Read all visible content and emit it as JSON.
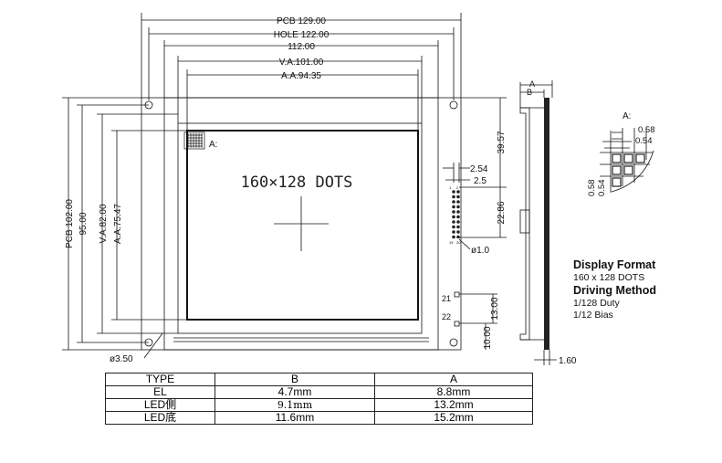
{
  "dimensions": {
    "pcb_width": "PCB 129.00",
    "hole_width": "HOLE 122.00",
    "bezel_width": "112.00",
    "va_width": "V.A.101.00",
    "aa_width": "A.A.94.35",
    "pcb_height": "PCB 102.00",
    "hole_height": "95.00",
    "va_height": "V.A.82.00",
    "aa_height": "A.A.75.47",
    "hole_dia": "ø3.50",
    "pin_pitch": "2.54",
    "pin_offset": "2.5",
    "pin_top": "39.57",
    "pin_span": "22.86",
    "pin_dia": "ø1.0",
    "led_pitch": "13.00",
    "led_bottom": "10.00",
    "pcb_thickness": "1.60",
    "side_a": "A",
    "side_b": "B",
    "dot_pitch": "0.58",
    "dot_size": "0.54",
    "dot_pitch_v": "0.58",
    "dot_size_v": "0.54"
  },
  "labels": {
    "display_text": "160×128 DOTS",
    "detail_marker": "A:",
    "detail_title": "A:",
    "pin_1": "1",
    "pin_2": "2",
    "pin_19": "19",
    "pin_20": "20",
    "pin_21": "21",
    "pin_22": "22"
  },
  "info": {
    "display_format_title": "Display Format",
    "display_format_value": "160 x 128 DOTS",
    "driving_method_title": "Driving Method",
    "duty": "1/128 Duty",
    "bias": "1/12  Bias"
  },
  "table": {
    "headers": [
      "TYPE",
      "B",
      "A"
    ],
    "rows": [
      [
        "EL",
        "4.7mm",
        "8.8mm"
      ],
      [
        "LED側",
        "9.1mm",
        "13.2mm"
      ],
      [
        "LED底",
        "11.6mm",
        "15.2mm"
      ]
    ]
  }
}
